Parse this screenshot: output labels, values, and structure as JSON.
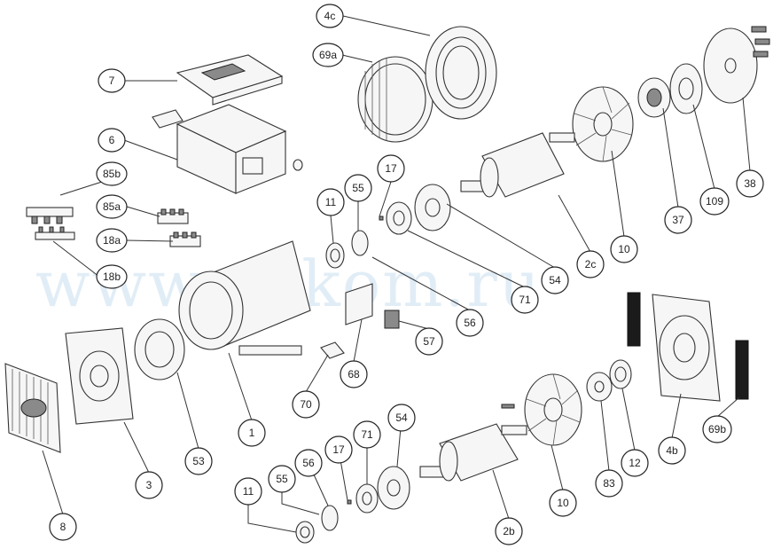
{
  "watermark": "www.adkom.ru",
  "callouts": [
    "7",
    "6",
    "85b",
    "85a",
    "18a",
    "18b",
    "4c",
    "69a",
    "11",
    "55",
    "17",
    "56",
    "71",
    "54",
    "2c",
    "10",
    "37",
    "109",
    "38",
    "57",
    "68",
    "70",
    "1",
    "53",
    "3",
    "8",
    "4b",
    "69b",
    "12",
    "83",
    "10",
    "2b",
    "54",
    "71",
    "17",
    "56",
    "55",
    "11"
  ]
}
